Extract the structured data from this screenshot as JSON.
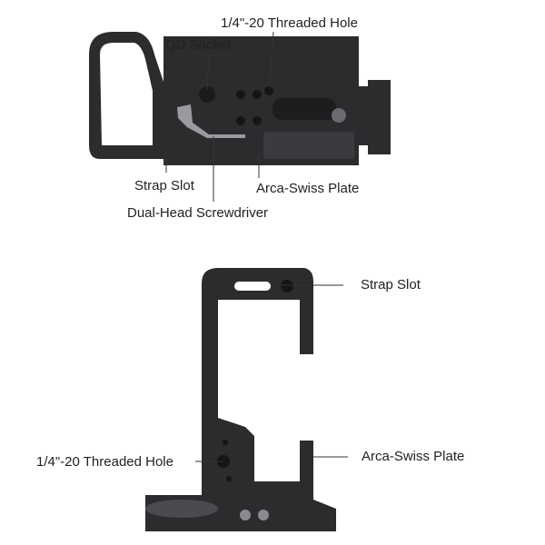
{
  "top_view": {
    "labels": {
      "threaded_hole": "1/4\"-20 Threaded Hole",
      "qd_socket": "QD Socket",
      "strap_slot": "Strap Slot",
      "arca_plate": "Arca-Swiss Plate",
      "screwdriver": "Dual-Head Screwdriver"
    }
  },
  "side_view": {
    "labels": {
      "strap_slot": "Strap Slot",
      "threaded_hole": "1/4\"-20 Threaded Hole",
      "arca_plate": "Arca-Swiss Plate"
    }
  },
  "colors": {
    "metal": "#2b2c2e",
    "highlight": "#4a4b4e",
    "leader": "#333333"
  }
}
